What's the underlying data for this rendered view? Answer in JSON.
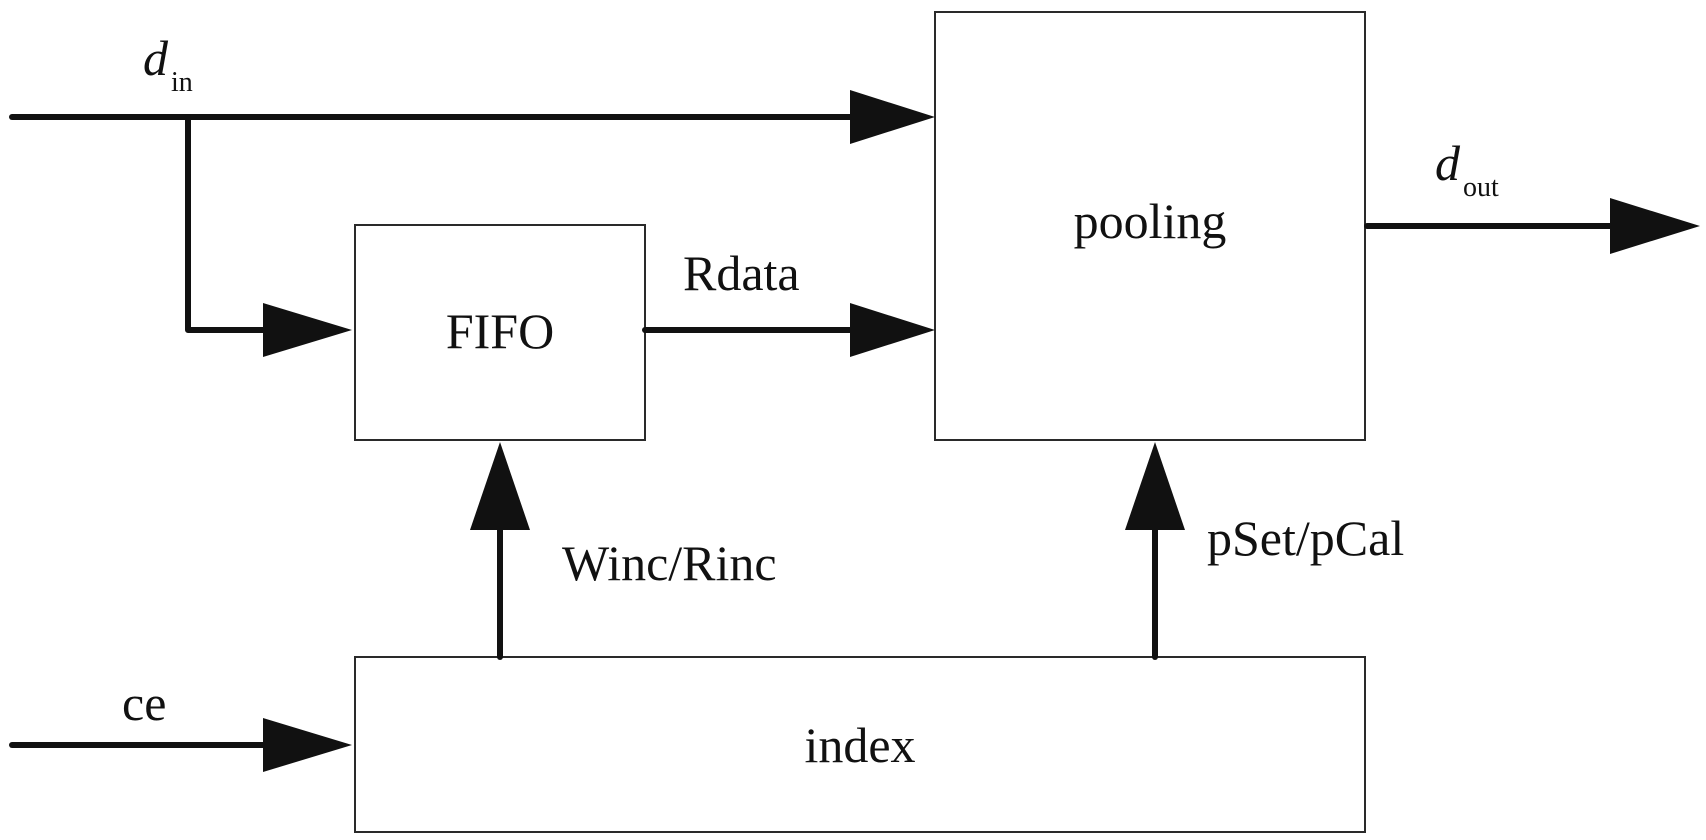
{
  "blocks": {
    "pooling": "pooling",
    "fifo": "FIFO",
    "index": "index"
  },
  "signals": {
    "d_in": {
      "main": "d",
      "sub": "in"
    },
    "d_out": {
      "main": "d",
      "sub": "out"
    },
    "rdata": "Rdata",
    "ce": "ce",
    "winc_rinc": "Winc/Rinc",
    "pset_pcal": "pSet/pCal"
  },
  "colors": {
    "line": "#111111",
    "block_border": "#2a2a2a",
    "background": "#ffffff"
  }
}
